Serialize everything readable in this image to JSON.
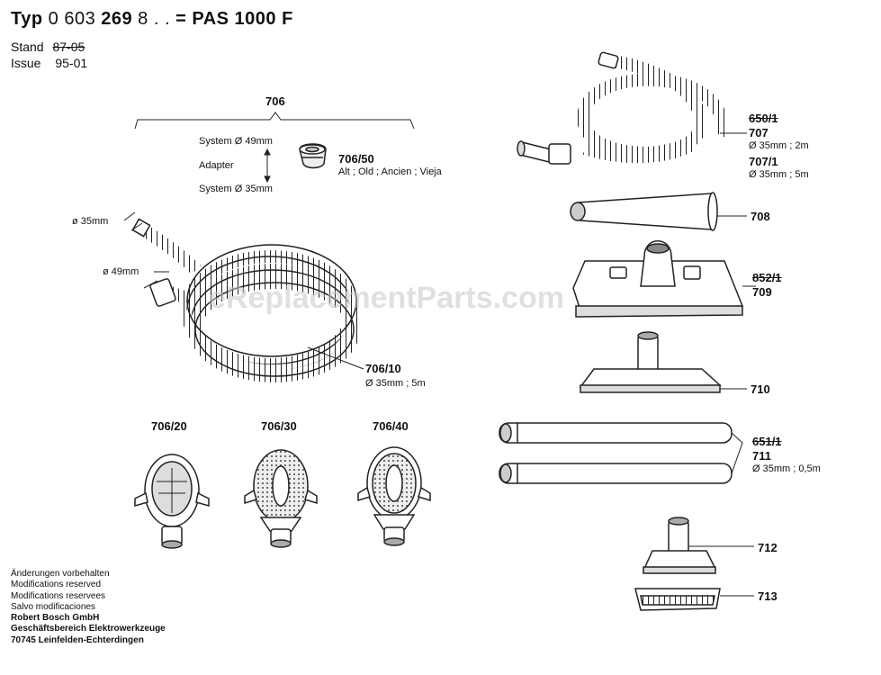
{
  "header": {
    "typ_label": "Typ",
    "typ_number_a": "0 603 ",
    "typ_number_b": "269",
    "typ_suffix": " 8 . .",
    "equals": "=",
    "model": "PAS 1000 F",
    "stand_label": "Stand",
    "stand_value": "87-05",
    "issue_label": "Issue",
    "issue_value": "95-01"
  },
  "watermark": "eReplacementParts.com",
  "left": {
    "group_label": "706",
    "system49": "System Ø 49mm",
    "adapter": "Adapter",
    "system35": "System Ø 35mm",
    "p706_50": "706/50",
    "p706_50_desc": "Alt ; Old ; Ancien ; Vieja",
    "dim35": "ø 35mm",
    "dim49": "ø 49mm",
    "p706_10": "706/10",
    "p706_10_desc": "Ø 35mm ; 5m",
    "p706_20": "706/20",
    "p706_30": "706/30",
    "p706_40": "706/40"
  },
  "right": {
    "p650_1": "650/1",
    "p707": "707",
    "p707_desc": "Ø 35mm ; 2m",
    "p707_1": "707/1",
    "p707_1_desc": "Ø 35mm ; 5m",
    "p708": "708",
    "p852_1": "852/1",
    "p709": "709",
    "p710": "710",
    "p651_1": "651/1",
    "p711": "711",
    "p711_desc": "Ø 35mm ; 0,5m",
    "p712": "712",
    "p713": "713"
  },
  "footer": {
    "l1": "Änderungen vorbehalten",
    "l2": "Modifications reserved",
    "l3": "Modifications reservees",
    "l4": "Salvo modificaciones",
    "l5": "Robert Bosch GmbH",
    "l6": "Geschäftsbereich Elektrowerkzeuge",
    "l7": "70745 Leinfelden-Echterdingen"
  }
}
